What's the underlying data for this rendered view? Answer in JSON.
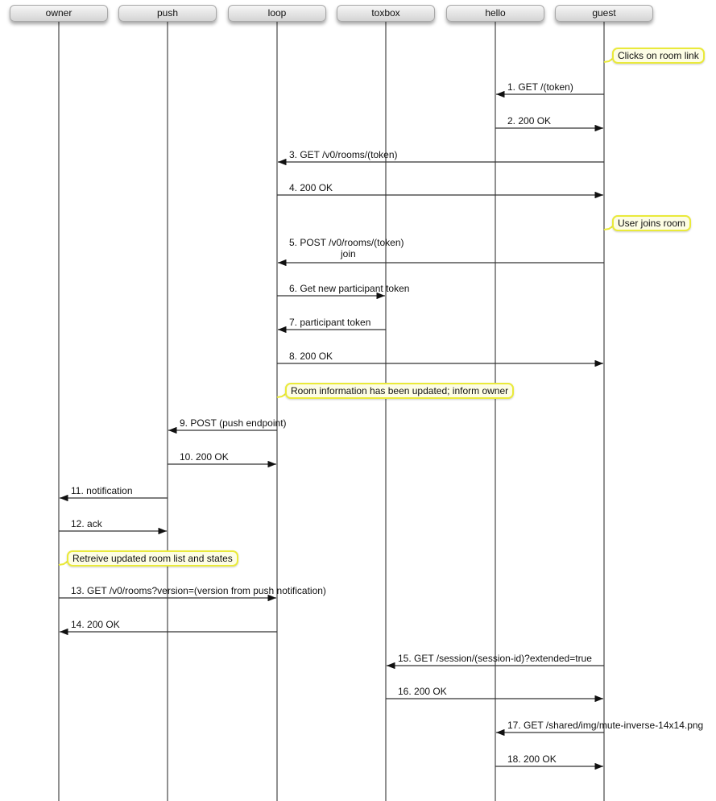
{
  "diagram_type": "sequence",
  "actors": [
    "owner",
    "push",
    "loop",
    "toxbox",
    "hello",
    "guest"
  ],
  "messages": [
    {
      "kind": "note",
      "actor": "guest",
      "text": "Clicks on room link"
    },
    {
      "kind": "msg",
      "from": "guest",
      "to": "hello",
      "text": "1. GET /(token)"
    },
    {
      "kind": "msg",
      "from": "hello",
      "to": "guest",
      "text": "2. 200 OK"
    },
    {
      "kind": "msg",
      "from": "guest",
      "to": "loop",
      "text": "3. GET /v0/rooms/(token)"
    },
    {
      "kind": "msg",
      "from": "loop",
      "to": "guest",
      "text": "4. 200 OK"
    },
    {
      "kind": "note",
      "actor": "guest",
      "text": "User joins room"
    },
    {
      "kind": "msg",
      "from": "guest",
      "to": "loop",
      "text": "5. POST /v0/rooms/(token)",
      "text2": "join"
    },
    {
      "kind": "msg",
      "from": "loop",
      "to": "toxbox",
      "text": "6. Get new participant token"
    },
    {
      "kind": "msg",
      "from": "toxbox",
      "to": "loop",
      "text": "7. participant token"
    },
    {
      "kind": "msg",
      "from": "loop",
      "to": "guest",
      "text": "8. 200 OK"
    },
    {
      "kind": "note",
      "actor": "loop",
      "text": "Room information has been updated; inform owner"
    },
    {
      "kind": "msg",
      "from": "loop",
      "to": "push",
      "text": "9. POST (push endpoint)"
    },
    {
      "kind": "msg",
      "from": "push",
      "to": "loop",
      "text": "10. 200 OK"
    },
    {
      "kind": "msg",
      "from": "push",
      "to": "owner",
      "text": "11. notification"
    },
    {
      "kind": "msg",
      "from": "owner",
      "to": "push",
      "text": "12. ack"
    },
    {
      "kind": "note",
      "actor": "owner",
      "text": "Retreive updated room list and states"
    },
    {
      "kind": "msg",
      "from": "owner",
      "to": "loop",
      "text": "13. GET /v0/rooms?version=(version from push notification)"
    },
    {
      "kind": "msg",
      "from": "loop",
      "to": "owner",
      "text": "14. 200 OK"
    },
    {
      "kind": "msg",
      "from": "guest",
      "to": "toxbox",
      "text": "15. GET /session/(session-id)?extended=true"
    },
    {
      "kind": "msg",
      "from": "toxbox",
      "to": "guest",
      "text": "16. 200 OK"
    },
    {
      "kind": "msg",
      "from": "guest",
      "to": "hello",
      "text": "17. GET /shared/img/mute-inverse-14x14.png"
    },
    {
      "kind": "msg",
      "from": "hello",
      "to": "guest",
      "text": "18. 200 OK"
    }
  ]
}
